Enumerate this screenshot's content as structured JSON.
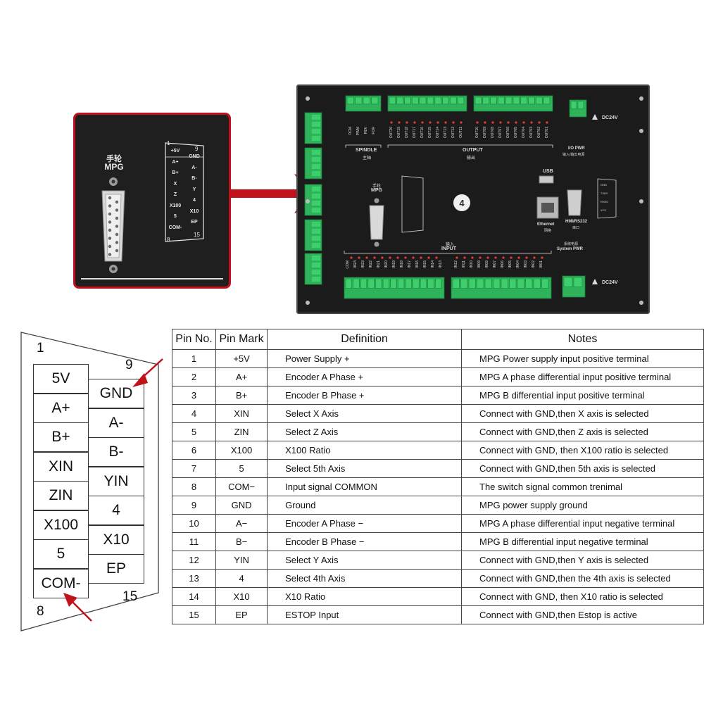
{
  "zoom": {
    "title_cn": "手轮",
    "title_en": "MPG",
    "pin_start": "1",
    "pin_9": "9",
    "pin_8": "8",
    "pin_15": "15",
    "left_col": [
      "+5V",
      "A+",
      "B+",
      "X",
      "Z",
      "X100",
      "5",
      "COM-"
    ],
    "right_col": [
      "GND",
      "A-",
      "B-",
      "Y",
      "4",
      "X10",
      "EP"
    ]
  },
  "board": {
    "spindle": "SPINDLE",
    "spindle_cn": "主轴",
    "output": "OUTPUT",
    "output_cn": "输出",
    "io_pwr": "I/O PWR",
    "io_pwr_cn": "输入/输出电源",
    "dc24v_top": "DC24V",
    "dc24v_bottom": "DC24V",
    "mpg_cn": "手轮",
    "mpg": "MPG",
    "usb": "USB",
    "ethernet": "Ethernet",
    "ethernet_cn": "网络",
    "hmi": "HMI/RS232",
    "hmi_cn": "串口",
    "input_cn": "输入",
    "input": "INPUT",
    "system_pwr_cn": "系统电源",
    "system_pwr": "System PWR",
    "badge": "4",
    "spindle_pins": [
      "DCM",
      "PWM",
      "REV",
      "FOR"
    ],
    "output_pins_a": [
      "OUT20",
      "OUT19",
      "OUT18",
      "OUT17",
      "OUT16",
      "OUT15",
      "OUT14",
      "OUT13",
      "OUT12",
      "OUT11"
    ],
    "output_pins_b": [
      "OUT10",
      "OUT09",
      "OUT08",
      "OUT07",
      "OUT06",
      "OUT05",
      "OUT04",
      "OUT03",
      "OUT02",
      "OUT01"
    ],
    "input_pins_a": [
      "COM",
      "IN24",
      "IN23",
      "IN22",
      "IN21",
      "IN20",
      "IN19",
      "IN18",
      "IN17",
      "IN16",
      "IN15",
      "IN14",
      "IN13"
    ],
    "input_pins_b": [
      "IN12",
      "IN11",
      "IN10",
      "IN09",
      "IN08",
      "IN07",
      "IN06",
      "IN05",
      "IN04",
      "IN03",
      "IN02",
      "IN01"
    ],
    "hmi_pins": [
      "GND",
      "TXD0",
      "RXD0",
      "VCC"
    ]
  },
  "pinout": {
    "pin1": "1",
    "pin9": "9",
    "pin8": "8",
    "pin15": "15",
    "left_col": [
      "5V",
      "A+",
      "B+",
      "XIN",
      "ZIN",
      "X100",
      "5",
      "COM-"
    ],
    "right_col": [
      "GND",
      "A-",
      "B-",
      "YIN",
      "4",
      "X10",
      "EP"
    ]
  },
  "table": {
    "headers": [
      "Pin No.",
      "Pin Mark",
      "Definition",
      "Notes"
    ],
    "rows": [
      [
        "1",
        "+5V",
        "Power Supply +",
        "MPG Power supply input positive terminal"
      ],
      [
        "2",
        "A+",
        "Encoder A Phase +",
        "MPG A phase differential input positive terminal"
      ],
      [
        "3",
        "B+",
        "Encoder B Phase +",
        "MPG B differential input positive terminal"
      ],
      [
        "4",
        "XIN",
        "Select X Axis",
        "Connect with GND,then X axis is selected"
      ],
      [
        "5",
        "ZIN",
        "Select Z Axis",
        "Connect with GND,then Z axis is selected"
      ],
      [
        "6",
        "X100",
        "X100 Ratio",
        "Connect with GND, then X100 ratio is selected"
      ],
      [
        "7",
        "5",
        "Select 5th Axis",
        "Connect with GND,then 5th axis is selected"
      ],
      [
        "8",
        "COM−",
        "Input signal COMMON",
        "The switch signal common trenimal"
      ],
      [
        "9",
        "GND",
        "Ground",
        "MPG power supply ground"
      ],
      [
        "10",
        "A−",
        "Encoder A Phase −",
        "MPG A phase differential input negative terminal"
      ],
      [
        "11",
        "B−",
        "Encoder B Phase −",
        "MPG B differential input negative terminal"
      ],
      [
        "12",
        "YIN",
        "Select Y Axis",
        "Connect with GND,then Y axis is selected"
      ],
      [
        "13",
        "4",
        "Select 4th Axis",
        "Connect with GND,then the 4th axis is selected"
      ],
      [
        "14",
        "X10",
        "X10 Ratio",
        "Connect with GND, then X10 ratio is selected"
      ],
      [
        "15",
        "EP",
        "ESTOP Input",
        "Connect with GND,then Estop is active"
      ]
    ]
  },
  "colors": {
    "accent_red": "#c1121b",
    "terminal_green": "#2fb35a",
    "board_bg": "#1b1b1b"
  }
}
